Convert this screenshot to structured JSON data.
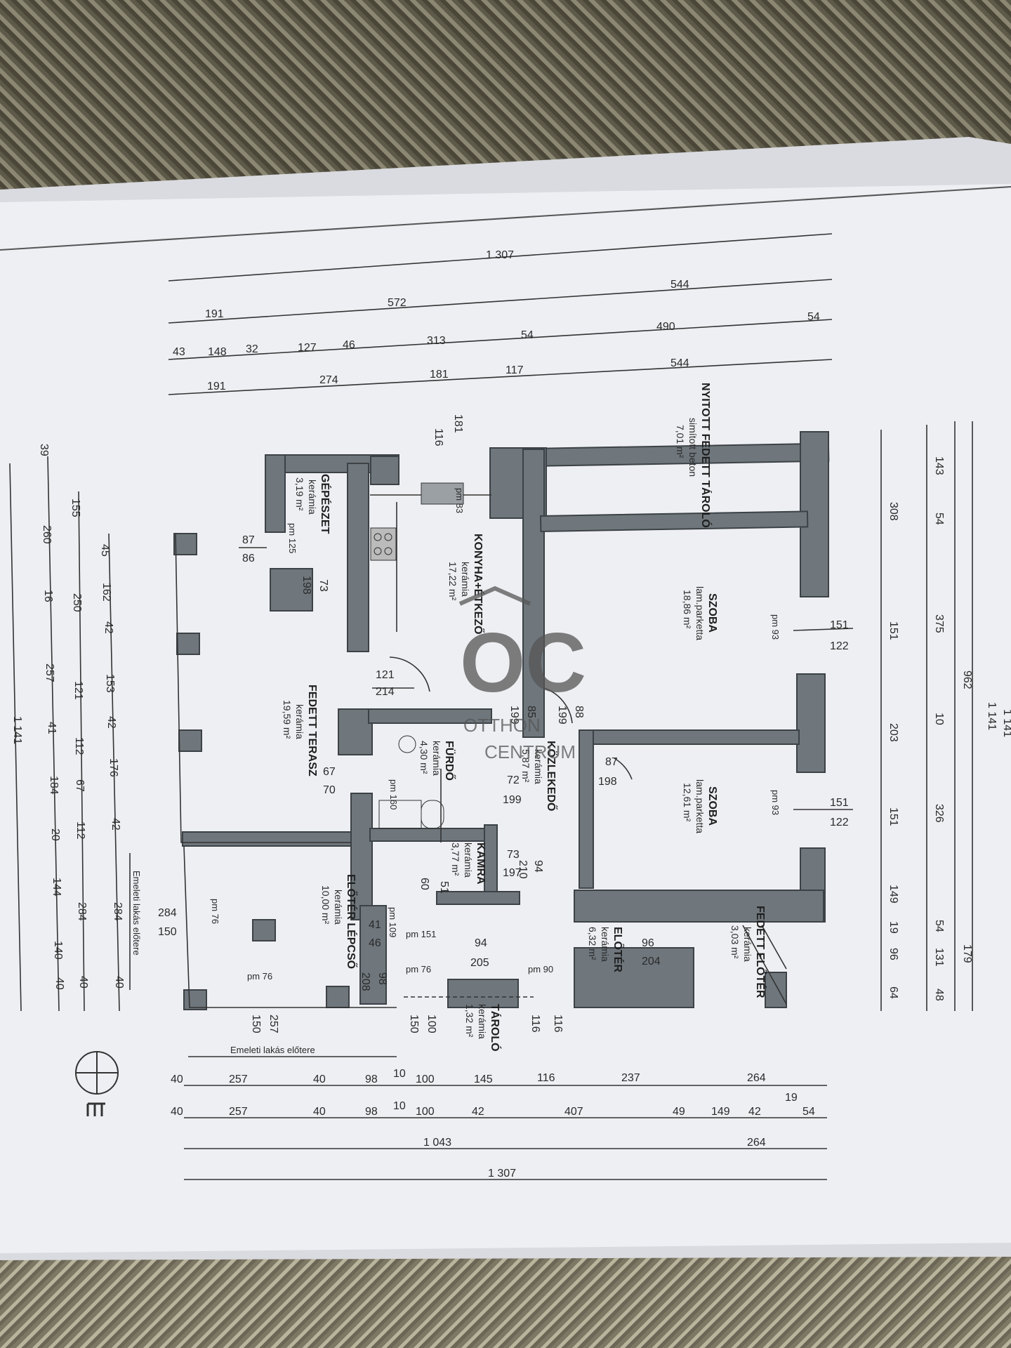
{
  "rooms": [
    {
      "id": "nyitott_tarolo",
      "name": "NYITOTT FEDETT TÁROLÓ",
      "material": "simított beton",
      "area": "7,01 m²"
    },
    {
      "id": "szoba1",
      "name": "SZOBA",
      "material": "lam.parketta",
      "area": "18,86 m²"
    },
    {
      "id": "szoba2",
      "name": "SZOBA",
      "material": "lam.parketta",
      "area": "12,61 m²"
    },
    {
      "id": "konyha",
      "name": "KONYHA+ÉTKEZŐ",
      "material": "kerámia",
      "area": "17,22 m²"
    },
    {
      "id": "gepeszet",
      "name": "GÉPÉSZET",
      "material": "kerámia",
      "area": "3,19 m²"
    },
    {
      "id": "terasz",
      "name": "FEDETT TERASZ",
      "material": "kerámia",
      "area": "19,59 m²"
    },
    {
      "id": "furdo",
      "name": "FÜRDŐ",
      "material": "kerámia",
      "area": "4,30 m²"
    },
    {
      "id": "kozlekedo",
      "name": "KÖZLEKEDŐ",
      "material": "kerámia",
      "area": "5,87 m²"
    },
    {
      "id": "kamra",
      "name": "KAMRA",
      "material": "kerámia",
      "area": "3,77 m²"
    },
    {
      "id": "eloter_lepcso",
      "name": "ELŐTÉR LÉPCSŐ",
      "material": "kerámia",
      "area": "10,00 m²"
    },
    {
      "id": "eloter",
      "name": "ELŐTÉR",
      "material": "kerámia",
      "area": "6,32 m²"
    },
    {
      "id": "fedett_eloter",
      "name": "FEDETT ELŐTÉR",
      "material": "kerámia",
      "area": "3,03 m²"
    },
    {
      "id": "tarolo",
      "name": "TÁROLÓ",
      "material": "kerámia",
      "area": "1,32 m²"
    }
  ],
  "openings": [
    {
      "id": "o1",
      "w": "151",
      "h": "122",
      "pm": "pm 93"
    },
    {
      "id": "o2",
      "w": "151",
      "h": "122",
      "pm": "pm 93"
    },
    {
      "id": "o3",
      "w": "87",
      "h": "86",
      "pm": "pm 125"
    },
    {
      "id": "o4",
      "w": "73",
      "h": "198"
    },
    {
      "id": "o5",
      "w": "121",
      "h": "214"
    },
    {
      "id": "o6",
      "w": "88",
      "h": "199"
    },
    {
      "id": "o7",
      "w": "85",
      "h": "199"
    },
    {
      "id": "o8",
      "w": "87",
      "h": "198"
    },
    {
      "id": "o9",
      "w": "67",
      "h": "70",
      "pm": "pm 160"
    },
    {
      "id": "o10",
      "w": "72",
      "h": "199"
    },
    {
      "id": "o11",
      "w": "73",
      "h": "197"
    },
    {
      "id": "o12",
      "w": "94",
      "h": "210"
    },
    {
      "id": "o13",
      "w": "60",
      "h": "51"
    },
    {
      "id": "o14",
      "w": "96",
      "h": "204"
    },
    {
      "id": "o15",
      "w": "94",
      "h": "205"
    },
    {
      "id": "o16",
      "w": "98",
      "h": "208"
    },
    {
      "id": "o17",
      "w": "41",
      "h": "46",
      "pm": "pm 109"
    },
    {
      "id": "o18",
      "w": "284",
      "h": "150"
    },
    {
      "id": "o19",
      "w": "181",
      "h": "116",
      "pm": "pm 83"
    },
    {
      "id": "o20",
      "w": "150",
      "h": "257"
    },
    {
      "id": "o21",
      "w": "100",
      "h": "150"
    },
    {
      "id": "o22",
      "w": "116",
      "h": "116"
    }
  ],
  "pm_labels": [
    "pm 76",
    "pm 76",
    "pm 151",
    "pm 76",
    "pm 90"
  ],
  "top_dims": {
    "row1": [
      "1 307"
    ],
    "row2": [
      "191",
      "572",
      "544"
    ],
    "row3": [
      "43",
      "148",
      "32",
      "127",
      "46",
      "313",
      "54",
      "490",
      "54"
    ],
    "row4": [
      "191",
      "274",
      "181",
      "117",
      "544"
    ]
  },
  "bottom_dims": {
    "row1": [
      "40",
      "257",
      "40",
      "98",
      "10",
      "100",
      "145",
      "116",
      "237",
      "264"
    ],
    "row2": [
      "40",
      "257",
      "40",
      "98",
      "10",
      "100",
      "42",
      "407",
      "49",
      "149",
      "42",
      "19",
      "54"
    ],
    "row3": [
      "1 043",
      "264"
    ],
    "row4": [
      "1 307"
    ]
  },
  "right_dims": {
    "row1": [
      "308",
      "151",
      "203",
      "151",
      "149",
      "19",
      "96",
      "64"
    ],
    "row2": [
      "143",
      "54",
      "375",
      "10",
      "326",
      "54",
      "131",
      "48"
    ],
    "row3": [
      "962",
      "179"
    ],
    "row4": [
      "1 141"
    ]
  },
  "left_dims": {
    "row1": [
      "45",
      "162",
      "42",
      "153",
      "42",
      "176",
      "42",
      "284",
      "40"
    ],
    "row2": [
      "155",
      "250",
      "121",
      "112",
      "67",
      "112",
      "284",
      "40"
    ],
    "row3": [
      "39",
      "260",
      "16",
      "257",
      "41",
      "184",
      "20",
      "144",
      "140",
      "40"
    ],
    "row4": [
      "1 141"
    ]
  },
  "upper_flat_labels": [
    "Emeleti lakás előtere",
    "Emeleti lakás előtere"
  ],
  "logo": {
    "mark": "OC",
    "line1": "OTTHON",
    "line2": "CENTRUM"
  },
  "page_edge_text": "1 141"
}
